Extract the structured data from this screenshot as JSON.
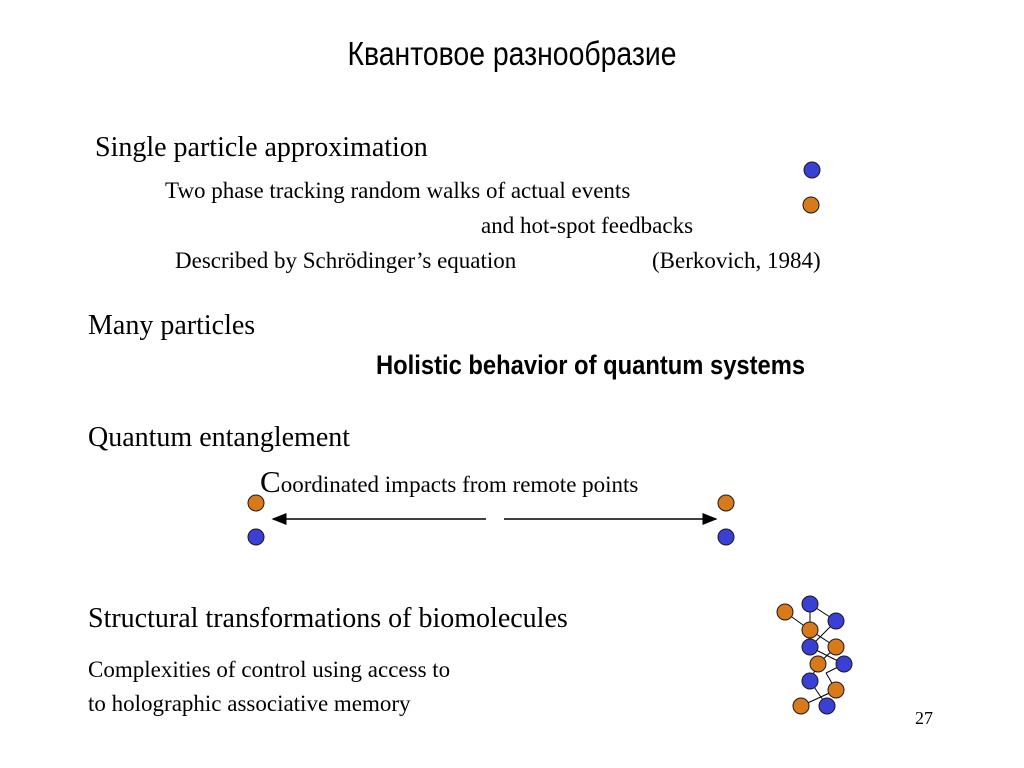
{
  "slide": {
    "title": "Квантовое разнообразие",
    "page_number": "27"
  },
  "single_particle": {
    "heading": "Single particle approximation",
    "line1": "Two phase tracking random walks of actual events",
    "line2": "and hot-spot feedbacks",
    "line3": "Described by Schrödinger’s equation",
    "citation": "(Berkovich, 1984)"
  },
  "many_particles": {
    "heading": "Many particles",
    "subheading": "Holistic behavior of quantum systems"
  },
  "entanglement": {
    "heading": "Quantum entanglement",
    "caption_initial": "C",
    "caption_rest": "oordinated impacts from remote points"
  },
  "biomolecules": {
    "heading": "Structural transformations of biomolecules",
    "line1": "Complexities of control using access to",
    "line2": "to holographic associative memory"
  },
  "colors": {
    "blue_particle": "#3a3fd6",
    "orange_particle": "#d97a1a",
    "particle_outline": "#1a1a1a"
  }
}
